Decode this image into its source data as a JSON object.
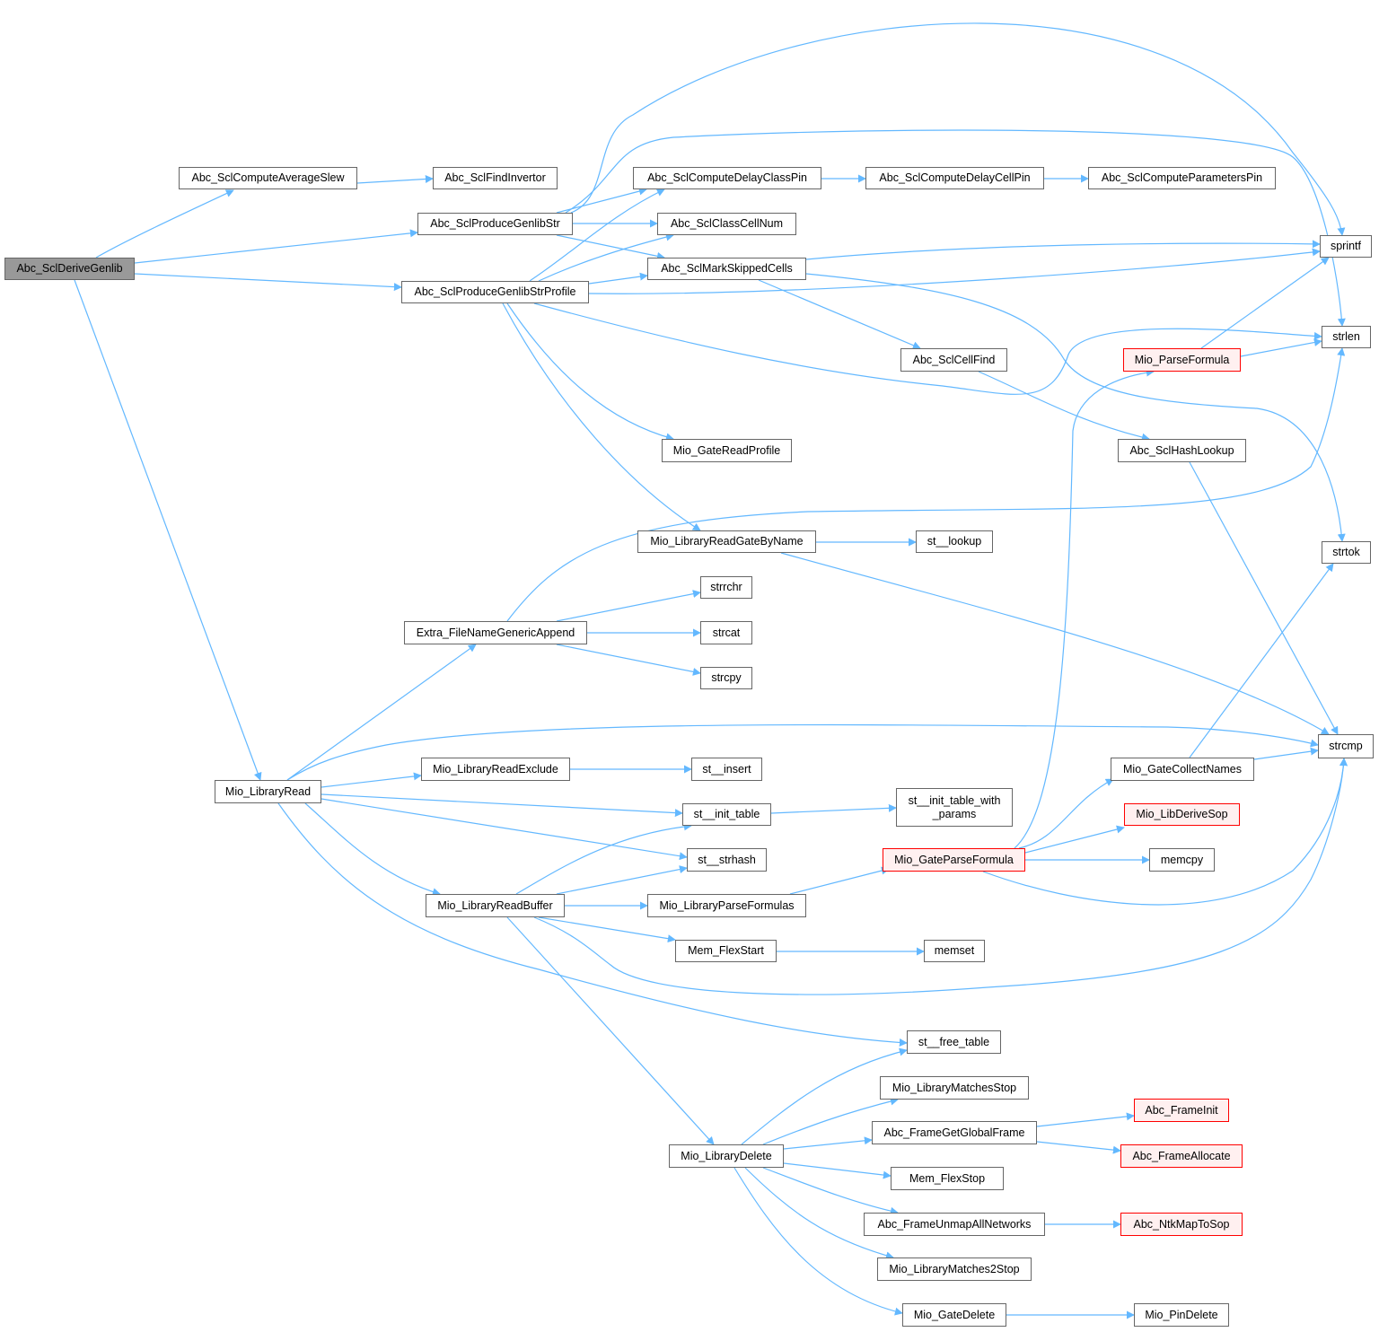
{
  "colors": {
    "edge": "#63b8ff",
    "node_border": "#666666",
    "root_fill": "#999999",
    "red_border": "#ff0000",
    "red_fill": "#fff0f0"
  },
  "nodes": [
    {
      "id": "n0",
      "label": "Abc_SclDeriveGenlib",
      "style": "root"
    },
    {
      "id": "n1",
      "label": "Abc_SclComputeAverageSlew",
      "style": "normal"
    },
    {
      "id": "n2",
      "label": "Abc_SclFindInvertor",
      "style": "normal"
    },
    {
      "id": "n3",
      "label": "Abc_SclProduceGenlibStr",
      "style": "normal"
    },
    {
      "id": "n4",
      "label": "Abc_SclProduceGenlibStrProfile",
      "style": "normal"
    },
    {
      "id": "n5",
      "label": "Abc_SclComputeDelayClassPin",
      "style": "normal"
    },
    {
      "id": "n6",
      "label": "Abc_SclComputeDelayCellPin",
      "style": "normal"
    },
    {
      "id": "n7",
      "label": "Abc_SclComputeParametersPin",
      "style": "normal"
    },
    {
      "id": "n8",
      "label": "Abc_SclClassCellNum",
      "style": "normal"
    },
    {
      "id": "n9",
      "label": "Abc_SclMarkSkippedCells",
      "style": "normal"
    },
    {
      "id": "n10",
      "label": "sprintf",
      "style": "normal"
    },
    {
      "id": "n11",
      "label": "strlen",
      "style": "normal"
    },
    {
      "id": "n12",
      "label": "Mio_ParseFormula",
      "style": "red"
    },
    {
      "id": "n13",
      "label": "Abc_SclCellFind",
      "style": "normal"
    },
    {
      "id": "n14",
      "label": "Mio_GateReadProfile",
      "style": "normal"
    },
    {
      "id": "n15",
      "label": "Abc_SclHashLookup",
      "style": "normal"
    },
    {
      "id": "n16",
      "label": "Mio_LibraryReadGateByName",
      "style": "normal"
    },
    {
      "id": "n17",
      "label": "st__lookup",
      "style": "normal"
    },
    {
      "id": "n18",
      "label": "strtok",
      "style": "normal"
    },
    {
      "id": "n19",
      "label": "strrchr",
      "style": "normal"
    },
    {
      "id": "n20",
      "label": "Extra_FileNameGenericAppend",
      "style": "normal"
    },
    {
      "id": "n21",
      "label": "strcat",
      "style": "normal"
    },
    {
      "id": "n22",
      "label": "strcpy",
      "style": "normal"
    },
    {
      "id": "n23",
      "label": "strcmp",
      "style": "normal"
    },
    {
      "id": "n24",
      "label": "Mio_LibraryRead",
      "style": "normal"
    },
    {
      "id": "n25",
      "label": "Mio_LibraryReadExclude",
      "style": "normal"
    },
    {
      "id": "n26",
      "label": "st__insert",
      "style": "normal"
    },
    {
      "id": "n27",
      "label": "Mio_GateCollectNames",
      "style": "normal"
    },
    {
      "id": "n28",
      "label": "st__init_table",
      "style": "normal"
    },
    {
      "id": "n29",
      "label": "st__init_table_with\n_params",
      "style": "normal"
    },
    {
      "id": "n30",
      "label": "Mio_LibDeriveSop",
      "style": "red"
    },
    {
      "id": "n31",
      "label": "st__strhash",
      "style": "normal"
    },
    {
      "id": "n32",
      "label": "Mio_GateParseFormula",
      "style": "red"
    },
    {
      "id": "n33",
      "label": "memcpy",
      "style": "normal"
    },
    {
      "id": "n34",
      "label": "Mio_LibraryReadBuffer",
      "style": "normal"
    },
    {
      "id": "n35",
      "label": "Mio_LibraryParseFormulas",
      "style": "normal"
    },
    {
      "id": "n36",
      "label": "Mem_FlexStart",
      "style": "normal"
    },
    {
      "id": "n37",
      "label": "memset",
      "style": "normal"
    },
    {
      "id": "n38",
      "label": "st__free_table",
      "style": "normal"
    },
    {
      "id": "n39",
      "label": "Mio_LibraryMatchesStop",
      "style": "normal"
    },
    {
      "id": "n40",
      "label": "Abc_FrameInit",
      "style": "red"
    },
    {
      "id": "n41",
      "label": "Abc_FrameGetGlobalFrame",
      "style": "normal"
    },
    {
      "id": "n42",
      "label": "Abc_FrameAllocate",
      "style": "red"
    },
    {
      "id": "n43",
      "label": "Mio_LibraryDelete",
      "style": "normal"
    },
    {
      "id": "n44",
      "label": "Mem_FlexStop",
      "style": "normal"
    },
    {
      "id": "n45",
      "label": "Abc_FrameUnmapAllNetworks",
      "style": "normal"
    },
    {
      "id": "n46",
      "label": "Abc_NtkMapToSop",
      "style": "red"
    },
    {
      "id": "n47",
      "label": "Mio_LibraryMatches2Stop",
      "style": "normal"
    },
    {
      "id": "n48",
      "label": "Mio_GateDelete",
      "style": "normal"
    },
    {
      "id": "n49",
      "label": "Mio_PinDelete",
      "style": "normal"
    }
  ],
  "edges": [
    [
      "n0",
      "n1"
    ],
    [
      "n0",
      "n3"
    ],
    [
      "n0",
      "n4"
    ],
    [
      "n0",
      "n24"
    ],
    [
      "n1",
      "n2"
    ],
    [
      "n3",
      "n10"
    ],
    [
      "n3",
      "n11"
    ],
    [
      "n3",
      "n5"
    ],
    [
      "n3",
      "n8"
    ],
    [
      "n3",
      "n9"
    ],
    [
      "n4",
      "n5"
    ],
    [
      "n4",
      "n8"
    ],
    [
      "n4",
      "n9"
    ],
    [
      "n4",
      "n10"
    ],
    [
      "n4",
      "n11"
    ],
    [
      "n4",
      "n14"
    ],
    [
      "n4",
      "n16"
    ],
    [
      "n5",
      "n6"
    ],
    [
      "n6",
      "n7"
    ],
    [
      "n9",
      "n10"
    ],
    [
      "n9",
      "n13"
    ],
    [
      "n9",
      "n18"
    ],
    [
      "n12",
      "n10"
    ],
    [
      "n12",
      "n11"
    ],
    [
      "n13",
      "n15"
    ],
    [
      "n15",
      "n23"
    ],
    [
      "n16",
      "n17"
    ],
    [
      "n16",
      "n23"
    ],
    [
      "n20",
      "n11"
    ],
    [
      "n20",
      "n19"
    ],
    [
      "n20",
      "n21"
    ],
    [
      "n20",
      "n22"
    ],
    [
      "n24",
      "n20"
    ],
    [
      "n24",
      "n23"
    ],
    [
      "n24",
      "n25"
    ],
    [
      "n24",
      "n28"
    ],
    [
      "n24",
      "n31"
    ],
    [
      "n24",
      "n34"
    ],
    [
      "n24",
      "n38"
    ],
    [
      "n25",
      "n26"
    ],
    [
      "n28",
      "n29"
    ],
    [
      "n34",
      "n28"
    ],
    [
      "n34",
      "n31"
    ],
    [
      "n34",
      "n35"
    ],
    [
      "n34",
      "n36"
    ],
    [
      "n34",
      "n23"
    ],
    [
      "n34",
      "n43"
    ],
    [
      "n35",
      "n32"
    ],
    [
      "n36",
      "n37"
    ],
    [
      "n32",
      "n12"
    ],
    [
      "n32",
      "n27"
    ],
    [
      "n32",
      "n30"
    ],
    [
      "n32",
      "n33"
    ],
    [
      "n32",
      "n23"
    ],
    [
      "n27",
      "n23"
    ],
    [
      "n27",
      "n18"
    ],
    [
      "n43",
      "n38"
    ],
    [
      "n43",
      "n39"
    ],
    [
      "n43",
      "n41"
    ],
    [
      "n43",
      "n44"
    ],
    [
      "n43",
      "n45"
    ],
    [
      "n43",
      "n47"
    ],
    [
      "n43",
      "n48"
    ],
    [
      "n41",
      "n40"
    ],
    [
      "n41",
      "n42"
    ],
    [
      "n45",
      "n46"
    ],
    [
      "n48",
      "n49"
    ]
  ]
}
